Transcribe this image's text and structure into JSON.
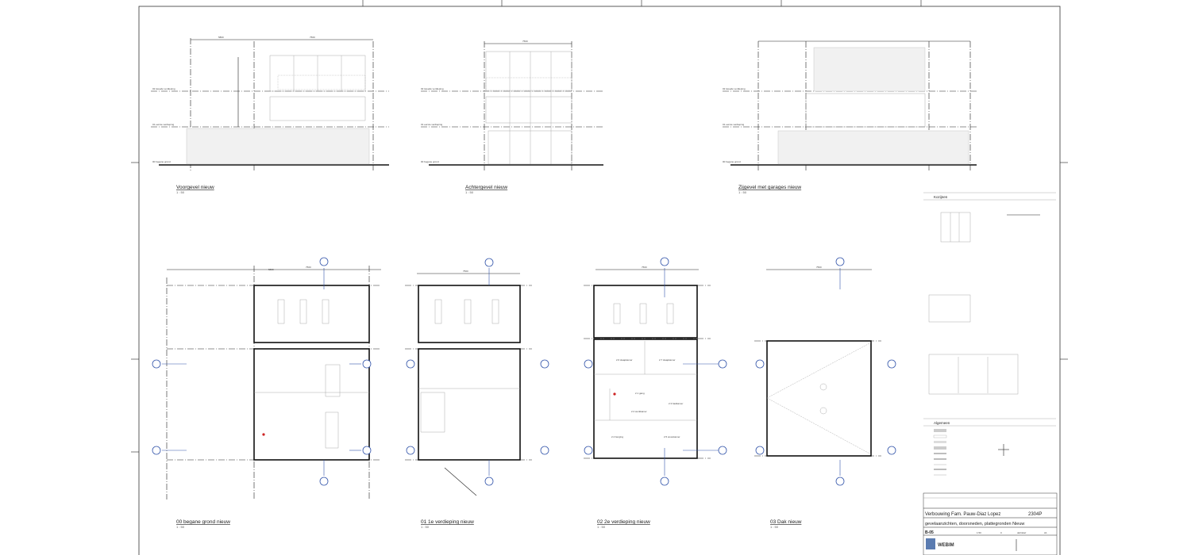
{
  "sheet": {
    "views": {
      "voorgevel": {
        "title": "Voorgevel nieuw",
        "scale": "1 : 50"
      },
      "achtergevel": {
        "title": "Achtergevel nieuw",
        "scale": "1 : 50"
      },
      "zijgevel": {
        "title": "Zijgevel met garages nieuw",
        "scale": "1 : 50"
      },
      "plan00": {
        "title": "00 begane grond nieuw",
        "scale": "1 : 50"
      },
      "plan01": {
        "title": "01 1e verdieping nieuw",
        "scale": "1 : 50"
      },
      "plan02": {
        "title": "02 2e verdieping nieuw",
        "scale": "1 : 50"
      },
      "plan03": {
        "title": "03 Dak nieuw",
        "scale": "1 : 50"
      }
    },
    "levels": [
      "02 tweede verdieping",
      "01 eerste verdieping",
      "00 begane grond"
    ],
    "dimensions": {
      "width": "7500",
      "left": "5800"
    },
    "rooms": [
      "2.6 slaapkamer",
      "2.7 slaapkamer",
      "2.1 gang",
      "2.2 werkkamer",
      "2.3 badkamer",
      "2.4 berging",
      "2.5 woonkamer"
    ]
  },
  "legend": {
    "kozijnen_title": "Kozijnen",
    "algemeen_title": "Algemeen"
  },
  "titleblock": {
    "project": "Verbouwing Fam. Pauw-Diaz Lopez",
    "project_number": "2304P",
    "description": "gevelaanzichten, doorsneden, plattegronden Nieuw",
    "drawing_number": "B-05",
    "scale": "1:50",
    "revision": "0",
    "status": "definitief",
    "format": "A1",
    "company": "WEBIM"
  },
  "colors": {
    "grid": "#3355aa",
    "line": "#222222",
    "accent": "#cc2222"
  }
}
